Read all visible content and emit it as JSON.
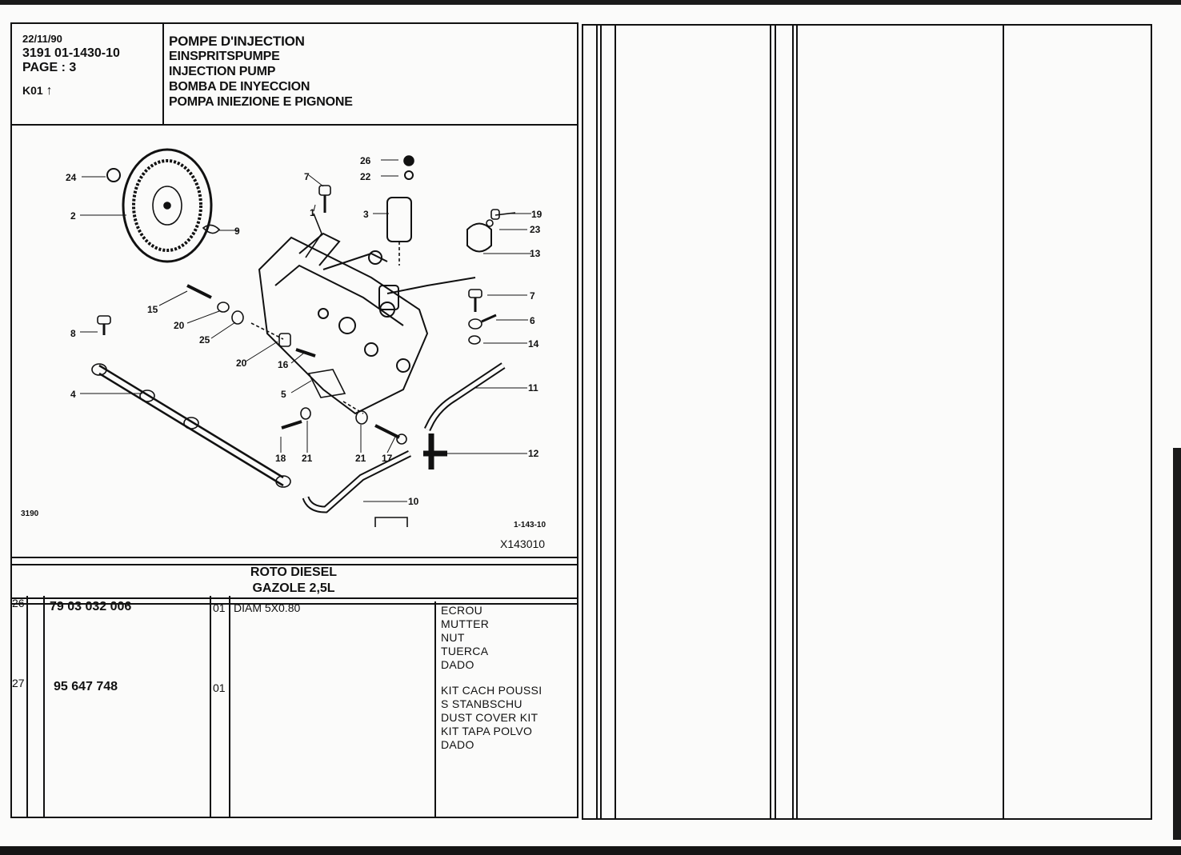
{
  "header": {
    "date": "22/11/90",
    "doc_number": "3191  01-1430-10",
    "page": "PAGE : 3",
    "section": "K01",
    "titles": [
      "POMPE D'INJECTION",
      "EINSPRITSPUMPE",
      "INJECTION PUMP",
      "BOMBA DE INYECCION",
      "POMPA INIEZIONE E PIGNONE"
    ]
  },
  "diagram": {
    "labels": [
      "26",
      "22",
      "3",
      "7",
      "1",
      "24",
      "2",
      "9",
      "19",
      "23",
      "13",
      "7",
      "6",
      "14",
      "15",
      "20",
      "25",
      "8",
      "20",
      "16",
      "5",
      "4",
      "11",
      "12",
      "18",
      "21",
      "21",
      "17",
      "10"
    ],
    "corner_left": "3190",
    "corner_right": "1-143-10",
    "ref_code": "X143010"
  },
  "caption": {
    "line1": "ROTO DIESEL",
    "line2": "GAZOLE 2,5L"
  },
  "parts": [
    {
      "item": "26",
      "ref": "79 03 032 006",
      "qty": "01",
      "spec": "DIAM 5X0.80",
      "names": [
        "ECROU",
        "MUTTER",
        "NUT",
        "TUERCA",
        "DADO"
      ]
    },
    {
      "item": "27",
      "ref": "95 647 748",
      "qty": "01",
      "spec": "",
      "names": [
        "KIT CACH POUSSI",
        "S STANBSCHU",
        "DUST COVER KIT",
        "KIT TAPA POLVO",
        "DADO"
      ]
    }
  ]
}
